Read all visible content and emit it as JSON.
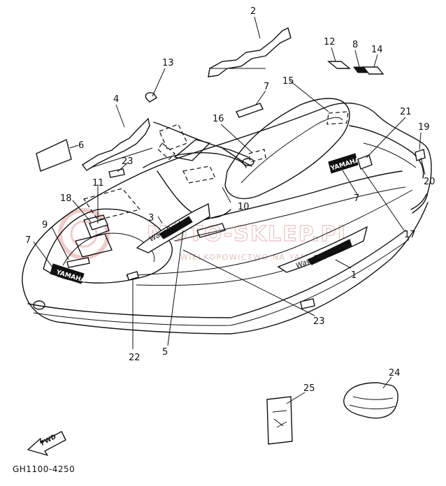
{
  "diagram": {
    "callouts": [
      "1",
      "2",
      "3",
      "4",
      "5",
      "6",
      "7",
      "7",
      "7",
      "8",
      "9",
      "10",
      "11",
      "12",
      "13",
      "14",
      "15",
      "16",
      "17",
      "18",
      "19",
      "20",
      "21",
      "22",
      "23",
      "23",
      "24",
      "25"
    ],
    "decal_text": {
      "brand_lettering": "YAMAHA",
      "model_lettering": "WaveRaider"
    },
    "fwd_label": "FWD",
    "drawing_code": "GH1100-4250"
  },
  "watermark": {
    "title": "MOTO-SKLEP.PL",
    "subtitle": "WIELKOPOWICTWO NA YAMAHA"
  },
  "colors": {
    "ink": "#111111",
    "watermark": "#e4b8b8",
    "background": "#ffffff"
  }
}
